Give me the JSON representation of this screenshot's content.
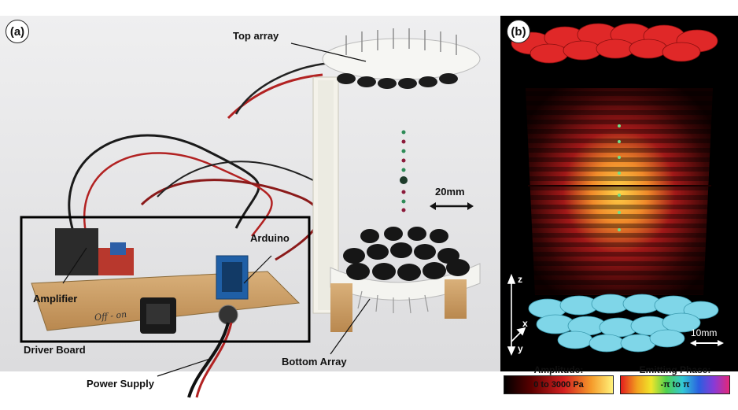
{
  "panel_a": {
    "badge": "(a)",
    "labels": {
      "top_array": "Top array",
      "arduino": "Arduino",
      "amplifier": "Amplifier",
      "driver_board": "Driver Board",
      "power_supply": "Power Supply",
      "bottom_array": "Bottom Array",
      "scale": "20mm"
    },
    "board_text": "Off - on"
  },
  "panel_b": {
    "badge": "(b)",
    "axes": {
      "z": "z",
      "x": "x",
      "y": "y"
    },
    "scale": "10mm",
    "legend_amplitude": {
      "title": "Amplitude:",
      "range": "0 to 3000 Pa"
    },
    "legend_phase": {
      "title": "Emitting Phase:",
      "range": "-π to π"
    }
  },
  "colors": {
    "top_array": "#e53030",
    "bottom_array": "#7fd6e8",
    "field_peak": "#ffd54a",
    "background_b": "#000000"
  }
}
